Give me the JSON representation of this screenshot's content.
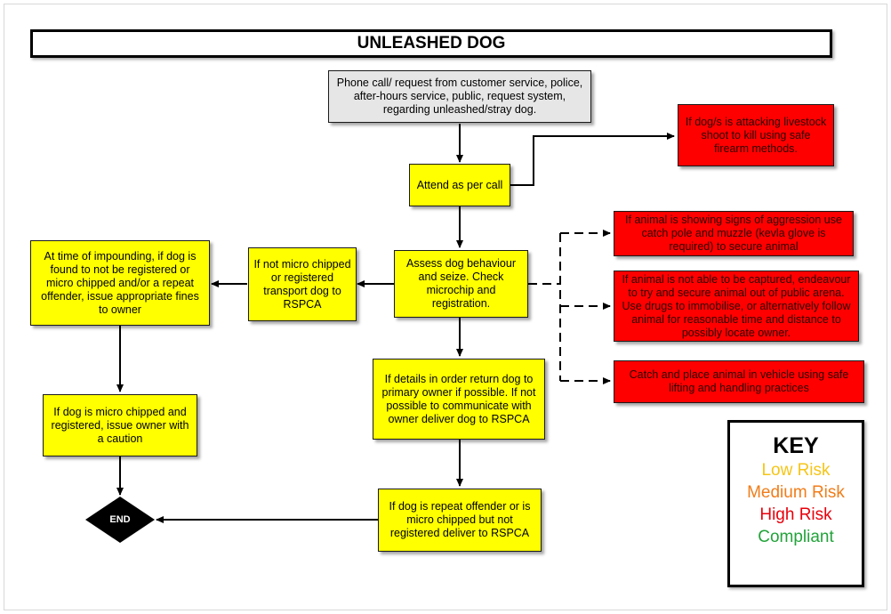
{
  "title": "UNLEASHED DOG",
  "nodes": {
    "phone_call": "Phone call/ request from customer service, police, after-hours service, public, request system, regarding unleashed/stray dog.",
    "attend": "Attend as per call",
    "livestock": "If dog/s is attacking livestock shoot to kill using safe firearm methods.",
    "assess": "Assess dog behaviour and seize. Check microchip and registration.",
    "aggression": "If animal is showing signs of aggression use catch pole and muzzle (kevla glove is required) to secure animal",
    "not_captured": "If animal is not able to be captured, endeavour to try and secure animal out of public arena. Use drugs to immobilise, or alternatively follow animal for reasonable time and distance to possibly locate owner.",
    "catch_place": "Catch and place animal in vehicle using safe lifting and handling practices",
    "not_microchipped": "If not micro chipped or registered transport dog to RSPCA",
    "impounding": "At time of impounding, if dog is found to not be registered or micro chipped and/or a repeat offender, issue appropriate fines to owner",
    "caution": "If dog is micro chipped and registered, issue owner with a caution",
    "details_order": "If details in order return dog to primary owner if possible. If not possible to communicate with owner deliver dog to RSPCA",
    "repeat_offender": "If dog is repeat offender or is micro chipped but not registered deliver to RSPCA",
    "end": "END"
  },
  "key": {
    "title": "KEY",
    "items": [
      {
        "label": "Low Risk",
        "color": "#f5c518"
      },
      {
        "label": "Medium Risk",
        "color": "#f07d1a"
      },
      {
        "label": "High Risk",
        "color": "#e8000b"
      },
      {
        "label": "Compliant",
        "color": "#22a33a"
      }
    ]
  },
  "colors": {
    "low_risk_fill": "#ffff00",
    "high_risk_fill": "#ff0000",
    "start_fill": "#e6e6e6",
    "end_fill": "#000000"
  }
}
